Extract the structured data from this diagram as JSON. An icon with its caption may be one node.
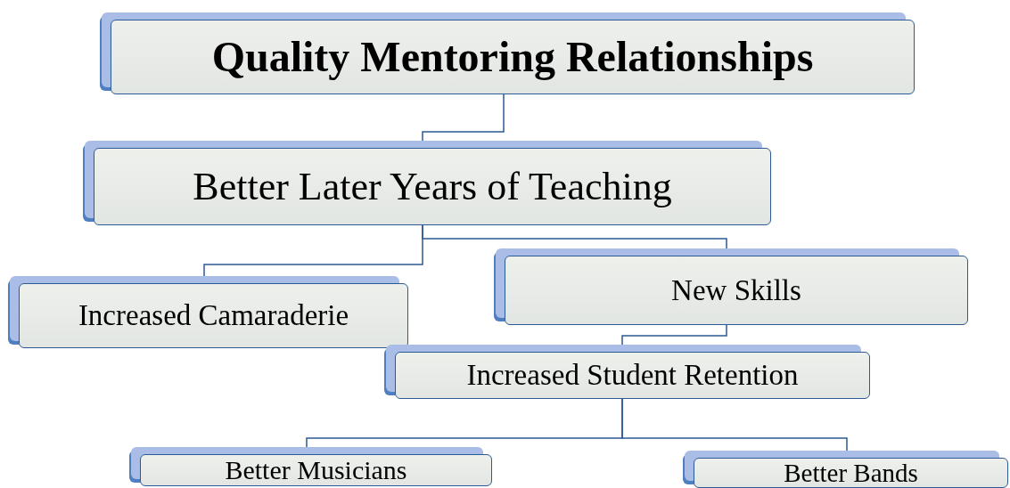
{
  "diagram": {
    "nodes": [
      {
        "text": [
          "Quality Mentoring Relationships"
        ]
      },
      {
        "text": [
          "Better Later Years of Teaching"
        ]
      },
      {
        "text": [
          "Increased Camaraderie"
        ]
      },
      {
        "text": [
          "New Skills"
        ]
      },
      {
        "text": [
          "Increased Student Retention"
        ]
      },
      {
        "text": [
          "Better Musicians"
        ]
      },
      {
        "text": [
          "Better Bands"
        ]
      }
    ],
    "edges": [
      {
        "from": 0,
        "to": 1,
        "arrow": "none"
      },
      {
        "from": 1,
        "to": 2,
        "arrow": "none"
      },
      {
        "from": 1,
        "to": 3,
        "arrow": "none"
      },
      {
        "from": 3,
        "to": 4,
        "arrow": "none"
      },
      {
        "from": 4,
        "to": 5,
        "arrow": "none"
      },
      {
        "from": 4,
        "to": 6,
        "arrow": "none"
      }
    ]
  }
}
